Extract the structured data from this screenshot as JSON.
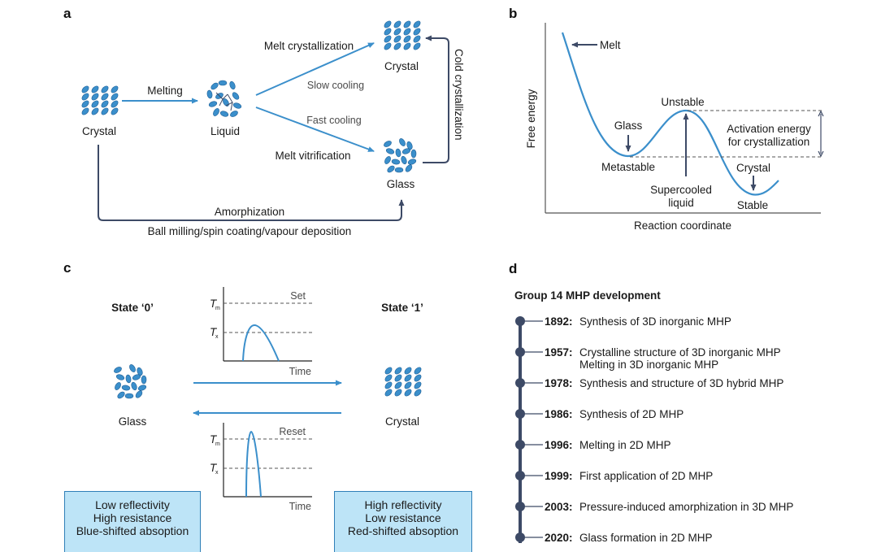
{
  "colors": {
    "accent": "#3b8fcb",
    "dark": "#3d4a66",
    "box_fill": "#bde4f7",
    "box_border": "#2f7fb8"
  },
  "panel_a": {
    "label": "a",
    "nodes": {
      "crystal_left": "Crystal",
      "liquid": "Liquid",
      "crystal_top": "Crystal",
      "glass": "Glass"
    },
    "arrows": {
      "melting": "Melting",
      "melt_crystallization": "Melt crystallization",
      "slow_cooling": "Slow cooling",
      "fast_cooling": "Fast cooling",
      "melt_vitrification": "Melt vitrification",
      "cold_crystallization": "Cold crystallization",
      "amorphization": "Amorphization",
      "amorphization_methods": "Ball milling/spin coating/vapour deposition"
    }
  },
  "panel_b": {
    "label": "b",
    "ylabel": "Free energy",
    "xlabel": "Reaction coordinate",
    "annotations": {
      "melt": "Melt",
      "glass": "Glass",
      "metastable": "Metastable",
      "unstable": "Unstable",
      "supercooled_1": "Supercooled",
      "supercooled_2": "liquid",
      "activation_1": "Activation energy",
      "activation_2": "for crystallization",
      "crystal": "Crystal",
      "stable": "Stable"
    }
  },
  "panel_c": {
    "label": "c",
    "state0": "State ‘0’",
    "state1": "State ‘1’",
    "glass": "Glass",
    "crystal": "Crystal",
    "set_plot": {
      "title": "Set",
      "tm": "T",
      "tm_sub": "m",
      "tx": "T",
      "tx_sub": "x",
      "xlabel": "Time"
    },
    "reset_plot": {
      "title": "Reset",
      "tm": "T",
      "tm_sub": "m",
      "tx": "T",
      "tx_sub": "x",
      "xlabel": "Time"
    },
    "box0": [
      "Low reflectivity",
      "High resistance",
      "Blue-shifted absoption"
    ],
    "box1": [
      "High reflectivity",
      "Low resistance",
      "Red-shifted absoption"
    ]
  },
  "panel_d": {
    "label": "d",
    "title": "Group 14 MHP development",
    "events": [
      {
        "year": "1892:",
        "text": [
          "Synthesis of 3D inorganic MHP"
        ]
      },
      {
        "year": "1957:",
        "text": [
          "Crystalline structure of 3D inorganic MHP",
          "Melting in 3D inorganic MHP"
        ]
      },
      {
        "year": "1978:",
        "text": [
          "Synthesis and structure of 3D hybrid MHP"
        ]
      },
      {
        "year": "1986:",
        "text": [
          "Synthesis of 2D MHP"
        ]
      },
      {
        "year": "1996:",
        "text": [
          "Melting in 2D MHP"
        ]
      },
      {
        "year": "1999:",
        "text": [
          "First application of 2D MHP"
        ]
      },
      {
        "year": "2003:",
        "text": [
          "Pressure-induced amorphization in 3D MHP"
        ]
      },
      {
        "year": "2020:",
        "text": [
          "Glass formation in 2D MHP"
        ]
      }
    ]
  }
}
